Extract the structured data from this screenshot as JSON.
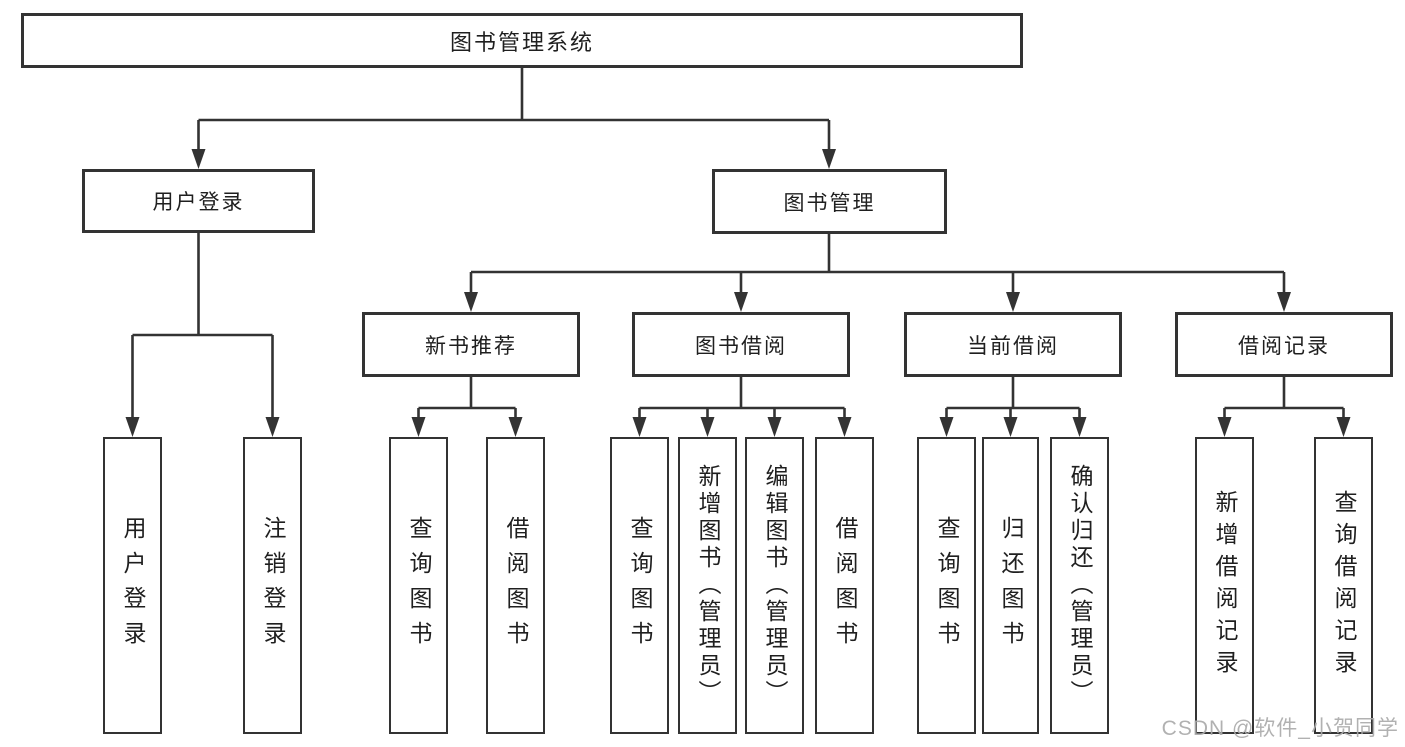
{
  "tree": {
    "root": {
      "label": "图书管理系统",
      "children": [
        {
          "label": "用户登录",
          "children": [
            {
              "label": "用户登录"
            },
            {
              "label": "注销登录"
            }
          ]
        },
        {
          "label": "图书管理",
          "children": [
            {
              "label": "新书推荐",
              "children": [
                {
                  "label": "查询图书"
                },
                {
                  "label": "借阅图书"
                }
              ]
            },
            {
              "label": "图书借阅",
              "children": [
                {
                  "label": "查询图书"
                },
                {
                  "label": "新增图书（管理员）"
                },
                {
                  "label": "编辑图书（管理员）"
                },
                {
                  "label": "借阅图书"
                }
              ]
            },
            {
              "label": "当前借阅",
              "children": [
                {
                  "label": "查询图书"
                },
                {
                  "label": "归还图书"
                },
                {
                  "label": "确认归还（管理员）"
                }
              ]
            },
            {
              "label": "借阅记录",
              "children": [
                {
                  "label": "新增借阅记录"
                },
                {
                  "label": "查询借阅记录"
                }
              ]
            }
          ]
        }
      ]
    }
  },
  "watermark": {
    "text": "CSDN @软件_小贺同学"
  },
  "colors": {
    "line": "#333333",
    "text": "#1f1f1f",
    "background": "#ffffff",
    "watermark": "#ababab"
  }
}
